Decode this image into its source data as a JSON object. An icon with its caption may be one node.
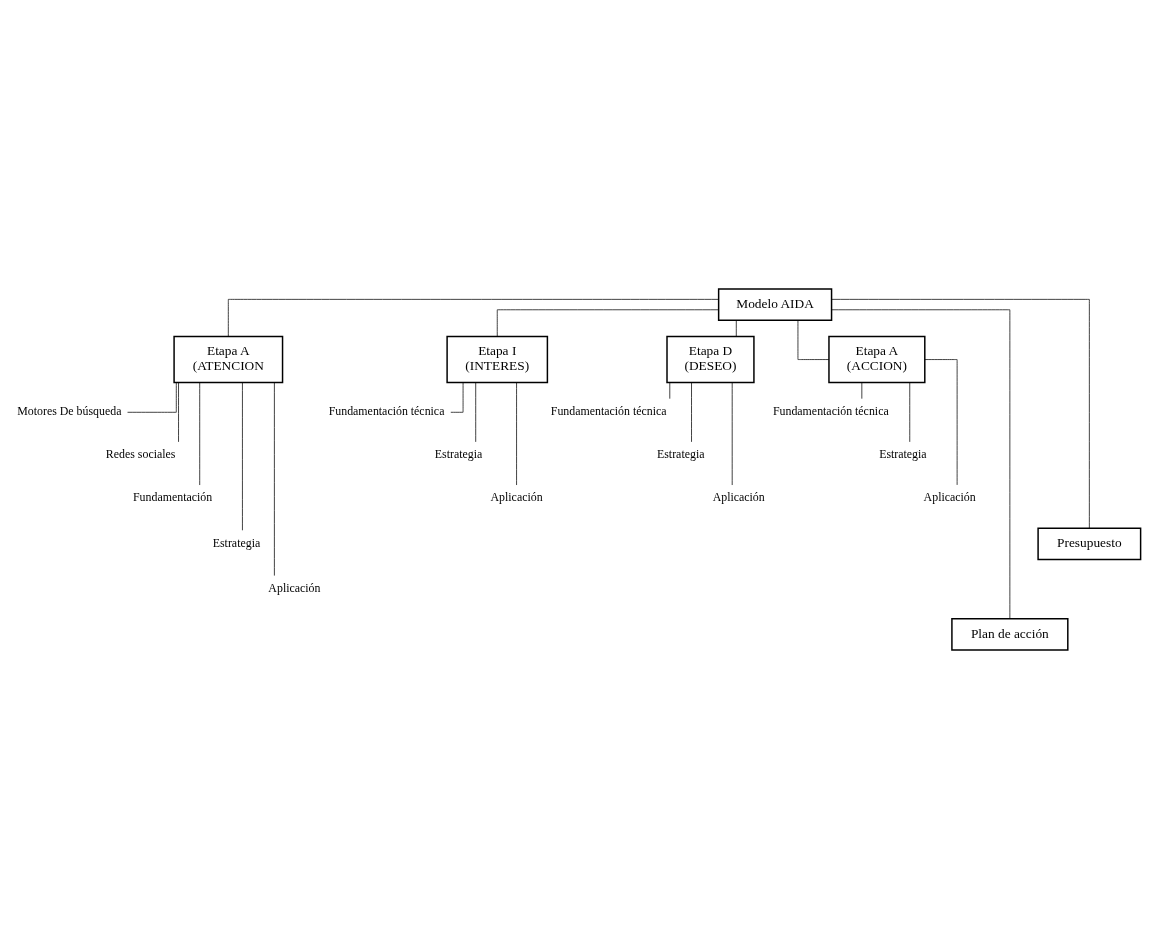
{
  "diagram": {
    "nodes": [
      {
        "text": [
          "Modelo AIDA"
        ]
      },
      {
        "text": [
          "Etapa A",
          "(ATENCION"
        ]
      },
      {
        "text": [
          "Etapa I",
          "(INTERES)"
        ]
      },
      {
        "text": [
          "Etapa D",
          "(DESEO)"
        ]
      },
      {
        "text": [
          "Etapa A",
          "(ACCION)"
        ]
      },
      {
        "text": [
          "Plan de acción"
        ]
      },
      {
        "text": [
          "Presupuesto"
        ]
      },
      {
        "text": [
          "Motores De búsqueda"
        ]
      },
      {
        "text": [
          "Redes sociales"
        ]
      },
      {
        "text": [
          "Fundamentación"
        ]
      },
      {
        "text": [
          "Estrategia"
        ]
      },
      {
        "text": [
          "Aplicación"
        ]
      },
      {
        "text": [
          "Fundamentación técnica"
        ]
      },
      {
        "text": [
          "Estrategia"
        ]
      },
      {
        "text": [
          "Aplicación"
        ]
      },
      {
        "text": [
          "Fundamentación técnica"
        ]
      },
      {
        "text": [
          "Estrategia"
        ]
      },
      {
        "text": [
          "Aplicación"
        ]
      },
      {
        "text": [
          "Fundamentación técnica"
        ]
      },
      {
        "text": [
          "Estrategia"
        ]
      },
      {
        "text": [
          "Aplicación"
        ]
      }
    ],
    "edges": [
      {
        "from": 0,
        "to": 1,
        "arrow": "none"
      },
      {
        "from": 0,
        "to": 5,
        "arrow": "none"
      },
      {
        "from": 0,
        "to": 2,
        "arrow": "none"
      },
      {
        "from": 0,
        "to": 3,
        "arrow": "none"
      },
      {
        "from": 0,
        "to": 6,
        "arrow": "none"
      },
      {
        "from": 0,
        "to": 4,
        "arrow": "none"
      },
      {
        "from": 1,
        "to": 7,
        "arrow": "none"
      },
      {
        "from": 1,
        "to": 8,
        "arrow": "none"
      },
      {
        "from": 1,
        "to": 9,
        "arrow": "none"
      },
      {
        "from": 1,
        "to": 10,
        "arrow": "none"
      },
      {
        "from": 1,
        "to": 11,
        "arrow": "none"
      },
      {
        "from": 2,
        "to": 12,
        "arrow": "none"
      },
      {
        "from": 2,
        "to": 13,
        "arrow": "none"
      },
      {
        "from": 2,
        "to": 14,
        "arrow": "none"
      },
      {
        "from": 3,
        "to": 15,
        "arrow": "none"
      },
      {
        "from": 3,
        "to": 16,
        "arrow": "none"
      },
      {
        "from": 3,
        "to": 17,
        "arrow": "none"
      },
      {
        "from": 4,
        "to": 18,
        "arrow": "none"
      },
      {
        "from": 4,
        "to": 19,
        "arrow": "none"
      },
      {
        "from": 4,
        "to": 20,
        "arrow": "none"
      }
    ]
  }
}
